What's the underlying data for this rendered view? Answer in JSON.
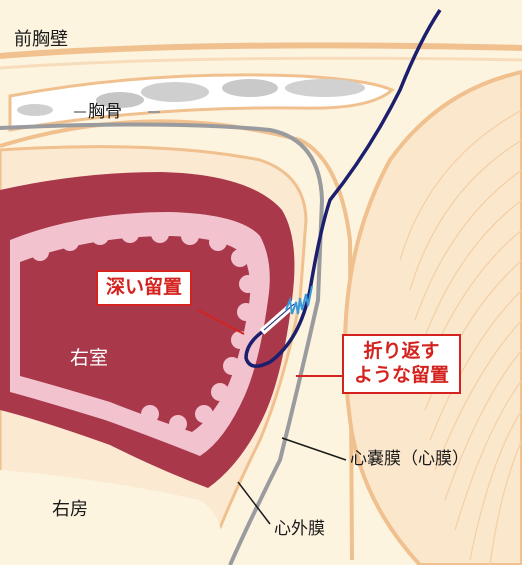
{
  "labels": {
    "anterior_chest_wall": "前胸壁",
    "sternum": "胸骨",
    "right_ventricle": "右室",
    "right_atrium": "右房",
    "pericardium": "心嚢膜（心膜）",
    "epicardium": "心外膜"
  },
  "callouts": {
    "deep_placement": "深い留置",
    "folded_placement_line1": "折り返す",
    "folded_placement_line2": "ような留置"
  },
  "colors": {
    "background": "#fdf4df",
    "myocardium": "#a8384a",
    "endocardium_pink": "#f3c2cf",
    "pericardium_gray": "#9a9b9e",
    "lead_navy": "#1c1f6e",
    "callout_red": "#d4231e",
    "chest_wall_orange": "#f0c08f",
    "heart_outer_tan": "#f6d8b3"
  },
  "icons": {
    "lead": "pacing-lead",
    "screw": "helix-screw"
  }
}
